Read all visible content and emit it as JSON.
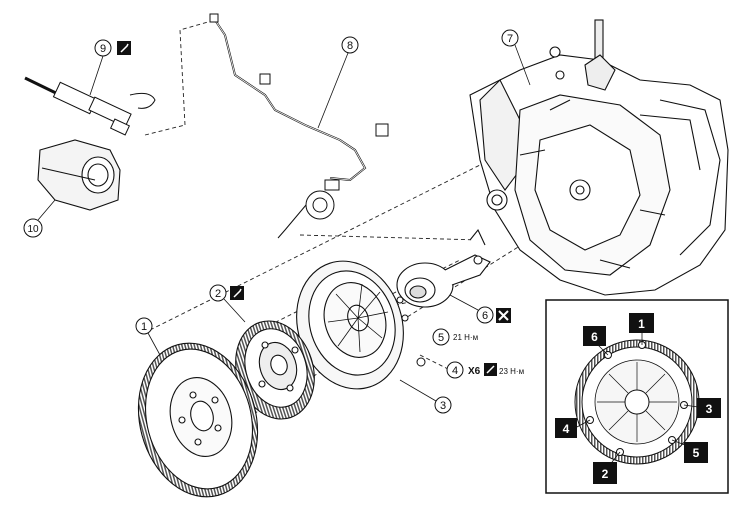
{
  "callouts": {
    "flywheel": "1",
    "clutch_disc": "2",
    "pressure_plate": "3",
    "bolt": "4",
    "slave_bolt": "5",
    "slave_cylinder": "6",
    "gearbox": "7",
    "pipe": "8",
    "master_cylinder": "9",
    "reservoir": "10"
  },
  "torque": {
    "slave_bolt": "21 Н·м",
    "bolt_qty": "X6",
    "bolt": "23 Н·м"
  },
  "tightening_sequence": {
    "numbers": [
      "1",
      "2",
      "3",
      "4",
      "5",
      "6"
    ]
  },
  "icons": [
    "grease-icon",
    "grease-icon",
    "replace-icon",
    "threadlock-icon"
  ]
}
